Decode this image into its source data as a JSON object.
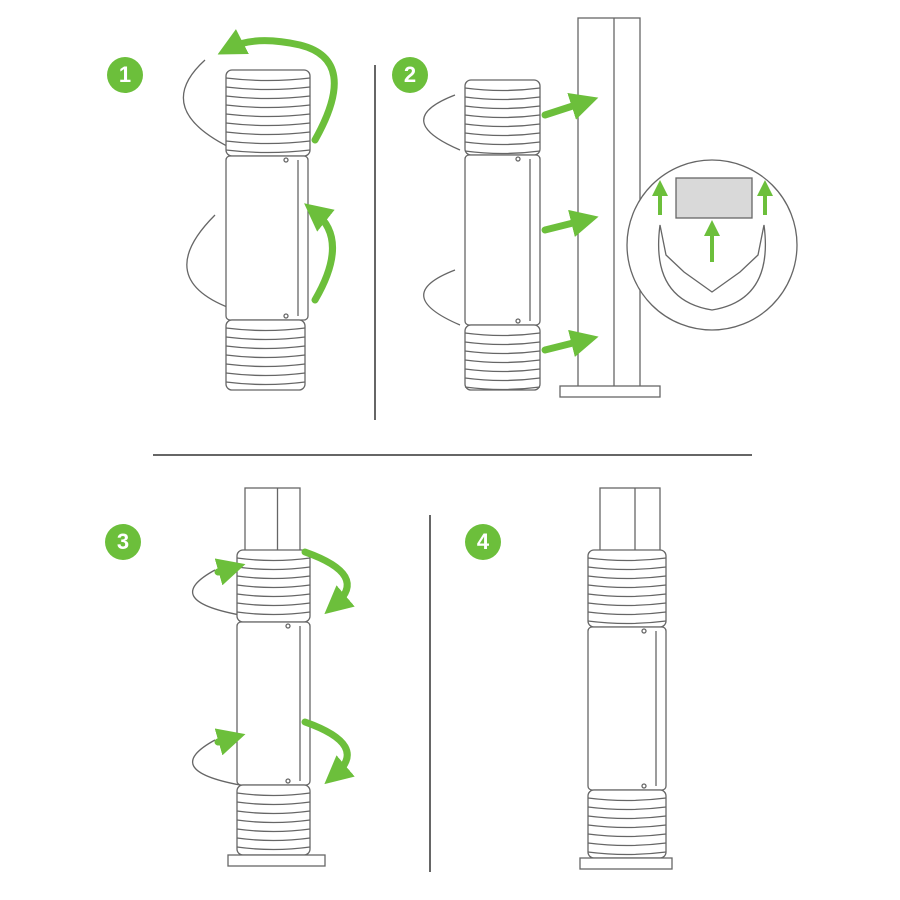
{
  "steps": [
    {
      "number": "1"
    },
    {
      "number": "2"
    },
    {
      "number": "3"
    },
    {
      "number": "4"
    }
  ],
  "colors": {
    "accent": "#6cbf3b",
    "line": "#555555",
    "inset_fill": "#d9d9d9"
  }
}
